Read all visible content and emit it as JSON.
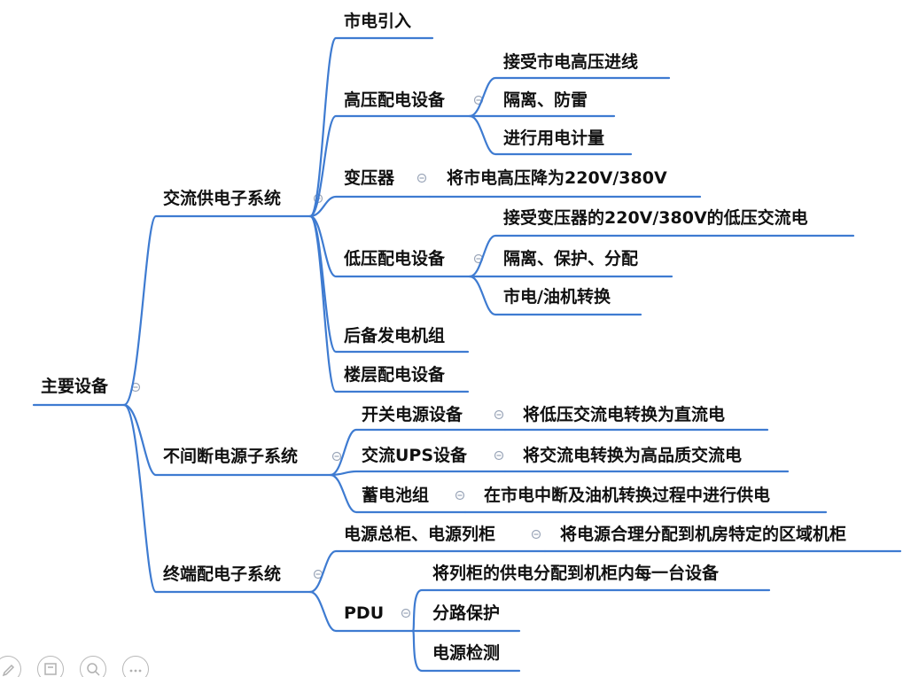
{
  "mindmap": {
    "root": "主要设备",
    "branches": [
      {
        "label": "交流供电子系统",
        "children": [
          {
            "label": "市电引入"
          },
          {
            "label": "高压配电设备",
            "children": [
              "接受市电高压进线",
              "隔离、防雷",
              "进行用电计量"
            ]
          },
          {
            "label": "变压器",
            "children": [
              "将市电高压降为220V/380V"
            ]
          },
          {
            "label": "低压配电设备",
            "children": [
              "接受变压器的220V/380V的低压交流电",
              "隔离、保护、分配",
              "市电/油机转换"
            ]
          },
          {
            "label": "后备发电机组"
          },
          {
            "label": "楼层配电设备"
          }
        ]
      },
      {
        "label": "不间断电源子系统",
        "children": [
          {
            "label": "开关电源设备",
            "children": [
              "将低压交流电转换为直流电"
            ]
          },
          {
            "label": "交流UPS设备",
            "children": [
              "将交流电转换为高品质交流电"
            ]
          },
          {
            "label": "蓄电池组",
            "children": [
              "在市电中断及油机转换过程中进行供电"
            ]
          }
        ]
      },
      {
        "label": "终端配电子系统",
        "children": [
          {
            "label": "电源总柜、电源列柜",
            "children": [
              "将电源合理分配到机房特定的区域机柜"
            ]
          },
          {
            "label": "PDU",
            "children": [
              "将列柜的供电分配到机柜内每一台设备",
              "分路保护",
              "电源检测"
            ]
          }
        ]
      }
    ]
  },
  "colors": {
    "line": "#3e7bd1",
    "collapse": "#9aa5b8",
    "text": "#111111"
  },
  "toolbar": {
    "buttons": [
      {
        "name": "pen-icon"
      },
      {
        "name": "slides-icon"
      },
      {
        "name": "zoom-icon"
      },
      {
        "name": "more-icon"
      }
    ]
  }
}
